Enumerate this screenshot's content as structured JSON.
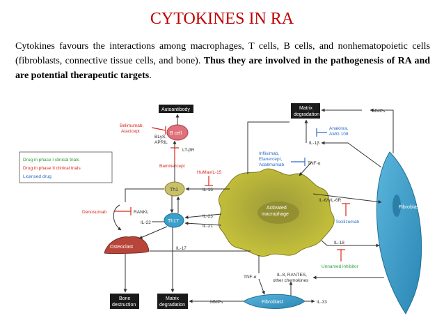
{
  "slide": {
    "title": "CYTOKINES IN RA",
    "text_plain": "Cytokines favours the interactions among macrophages, T cells, B cells, and nonhematopoietic cells (fibroblasts, connective tissue cells, and bone).",
    "text_bold": "Thus they are involved in the pathogenesis of RA and are potential therapeutic targets",
    "text_end": "."
  },
  "diagram": {
    "boxes": {
      "autoantibody": "Autoantibody",
      "matrix_degradation_top": [
        "Matrix",
        "degradation"
      ],
      "bone_destruction": [
        "Bone",
        "destruction"
      ],
      "matrix_degradation_bottom": [
        "Matrix",
        "degradation"
      ]
    },
    "cells": {
      "bcell": "B cell",
      "th1": "Th1",
      "th17": "Th17",
      "osteoclast": "Osteoclast",
      "macrophage": [
        "Activated",
        "macrophage"
      ],
      "fibroblast_right": "Fibroblast",
      "fibroblast_bottom": "Fibroblast"
    },
    "drugs": {
      "belimumab": [
        "Belimumab,",
        "Atacicept"
      ],
      "anakinra": [
        "Anakinra,",
        "AMG 108"
      ],
      "infliximab": [
        "Infliximab,",
        "Etanercept,",
        "Adalimumab"
      ],
      "humax": "HuMaxIL-15",
      "denosumab": "Denosumab",
      "tocilizumab": "Tocilizumab",
      "unnamed": "Unnamed inhibitor"
    },
    "labels": {
      "blys": [
        "BLyS,",
        "APRIL"
      ],
      "lt_br": "LT-βR",
      "baminercept": "Baminercept",
      "il1b": "IL-1β",
      "tnfa_top": "TNF-α",
      "il15": "IL-15",
      "il6": "IL-6/sIL-6R",
      "rankl": "RANKL",
      "il23": "IL-23",
      "il21": "IL-21",
      "il22": "IL-22",
      "il17": "IL-17",
      "il18": "IL-18",
      "tnfa_bottom": "TNF-α",
      "il8": [
        "IL-8, RANTES,",
        "other chemokines"
      ],
      "mmps_top": "MMPs",
      "mmps_bottom": "MMPs",
      "il33": "IL-33"
    },
    "legend": {
      "phase1": "Drug in phase I clinical trials",
      "phase2": "Drug in phase II clinical trials",
      "licensed": "Licensed drug"
    },
    "colors": {
      "title": "#c00000",
      "phase1_drug": "#2a9d3a",
      "phase2_drug": "#d9261c",
      "licensed_drug": "#2b6cc4",
      "macrophage": "#c7c238",
      "fibroblast": "#3a9fc9",
      "th_cell": "#c9c06a",
      "bcell": "#e0707a",
      "osteoclast": "#b8453a",
      "box": "#1a1a1a"
    }
  }
}
